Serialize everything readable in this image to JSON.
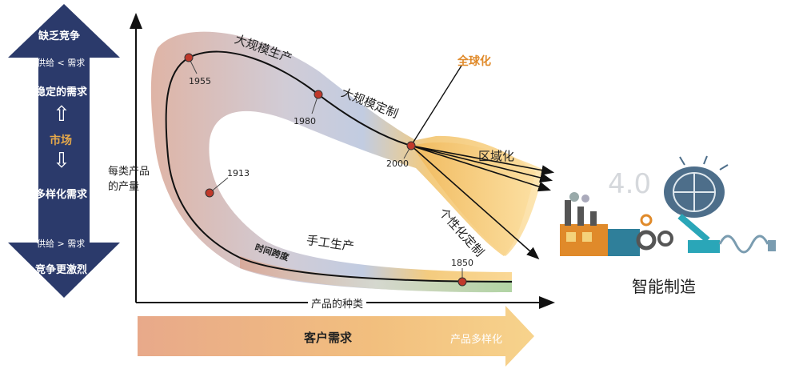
{
  "left_bar": {
    "top_label": "缺乏竞争",
    "supply_less": "供给 < 需求",
    "stable_demand": "稳定的需求",
    "market": "市场",
    "diverse_demand": "多样化需求",
    "supply_more": "供给 > 需求",
    "bottom_label": "竞争更激烈"
  },
  "axes": {
    "y_label_line1": "每类产品",
    "y_label_line2": "的产量",
    "x_label": "产品的种类"
  },
  "curve": {
    "years": [
      "1850",
      "1913",
      "1955",
      "1980",
      "2000"
    ],
    "stage_labels": {
      "handcraft": "手工生产",
      "time_span": "时间跨度",
      "mass_production": "大规模生产",
      "mass_customization": "大规模定制",
      "globalization": "全球化",
      "regionalization": "区域化",
      "personalization": "个性化定制"
    }
  },
  "bottom_arrow": {
    "main_label": "客户需求",
    "end_label": "产品多样化"
  },
  "smart_mfg": {
    "version": "4.0",
    "label": "智能制造"
  },
  "colors": {
    "navy": "#2b3a6b",
    "orange": "#e39a2a",
    "marker_red": "#c0392b"
  }
}
